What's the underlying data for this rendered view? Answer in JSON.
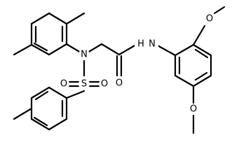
{
  "molecule": {
    "atom_labels": {
      "n_sulfonamide": "N",
      "n_amide": "N",
      "h_amide": "H",
      "sulfur": "S",
      "o_sulfonyl_left": "O",
      "o_sulfonyl_right": "O",
      "o_carbonyl": "O",
      "o_methoxy_top": "O",
      "o_methoxy_bottom": "O"
    }
  }
}
